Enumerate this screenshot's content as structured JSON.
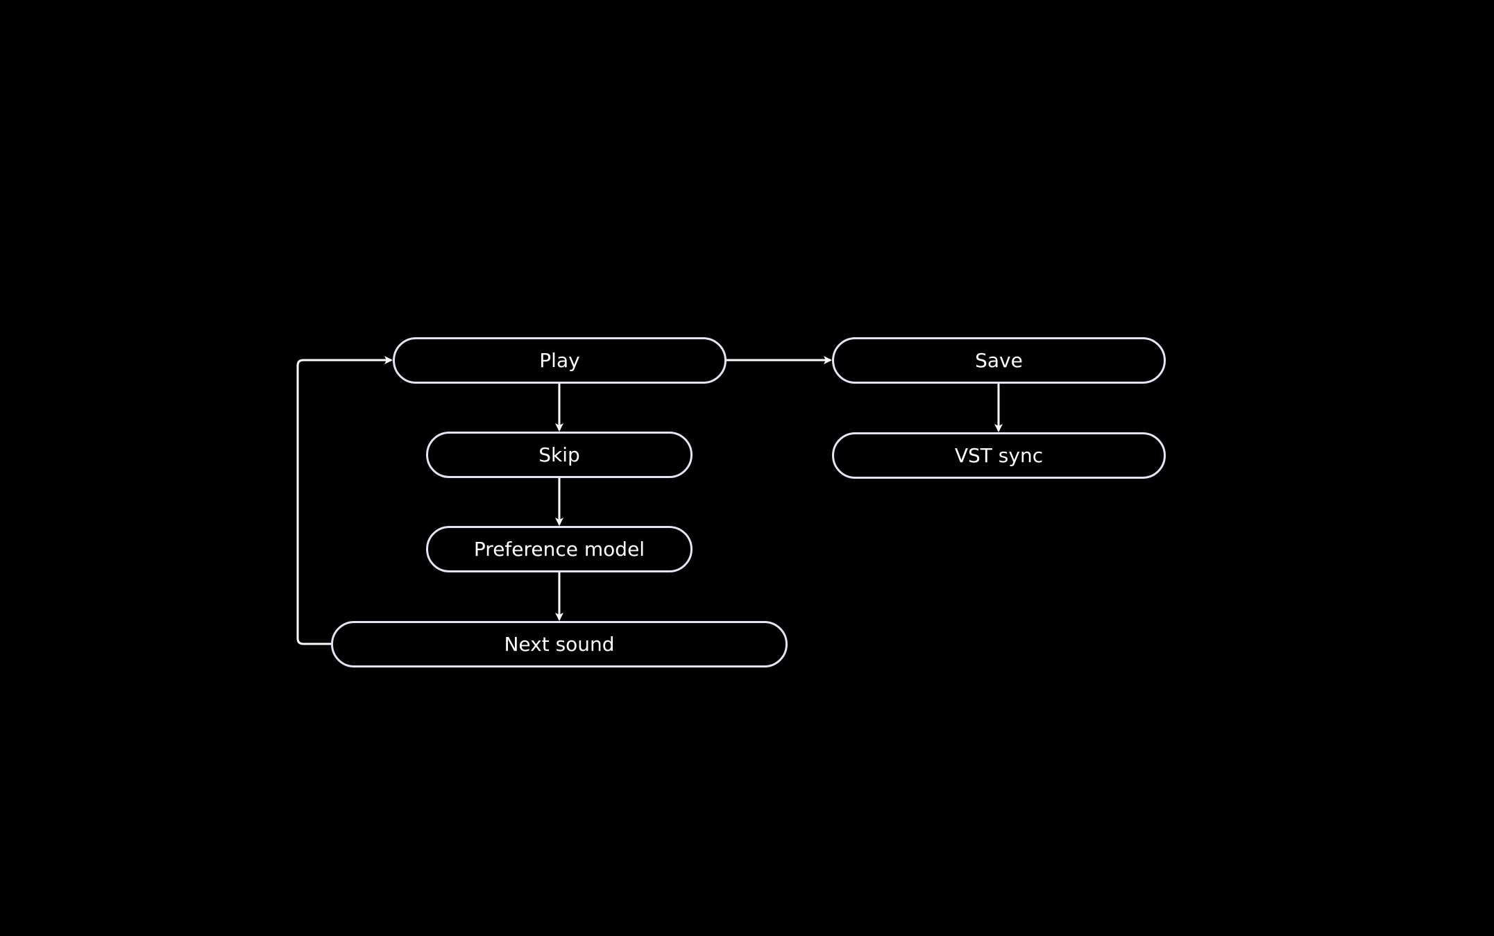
{
  "diagram": {
    "colors": {
      "background": "#000000",
      "node_border": "#e6e3f2",
      "text": "#ffffff",
      "connector": "#ffffff"
    },
    "nodes": {
      "play": "Play",
      "skip": "Skip",
      "preference_model": "Preference model",
      "next_sound": "Next sound",
      "save": "Save",
      "vst_sync": "VST sync"
    },
    "edges": [
      {
        "from": "play",
        "to": "skip"
      },
      {
        "from": "skip",
        "to": "preference_model"
      },
      {
        "from": "preference_model",
        "to": "next_sound"
      },
      {
        "from": "next_sound",
        "to": "play"
      },
      {
        "from": "play",
        "to": "save"
      },
      {
        "from": "save",
        "to": "vst_sync"
      }
    ]
  }
}
